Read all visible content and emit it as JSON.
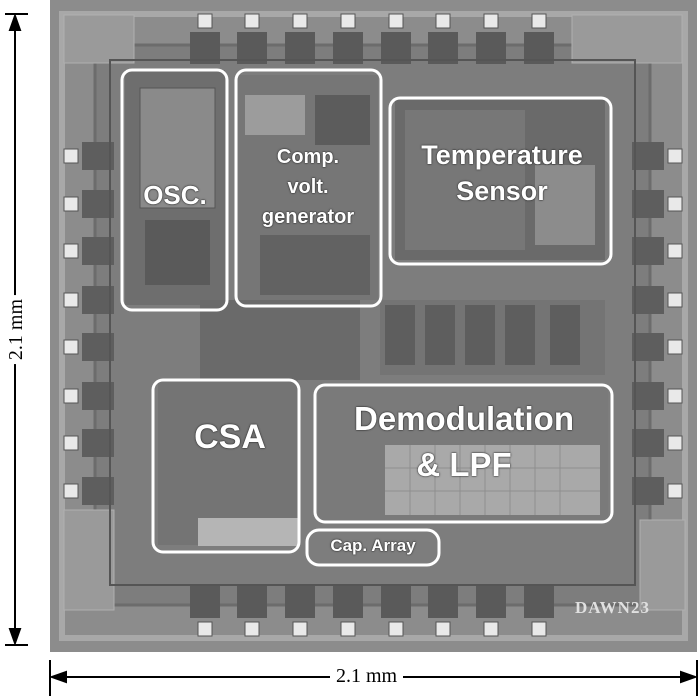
{
  "blocks": {
    "osc": "OSC.",
    "comp": "Comp.\nvolt.\ngenerator",
    "temp": "Temperature\nSensor",
    "csa": "CSA",
    "demod": "Demodulation\n& LPF",
    "cap": "Cap. Array"
  },
  "chip_id": "DAWN23",
  "dimensions": {
    "vertical": "2.1 mm",
    "horizontal": "2.1 mm"
  },
  "colors": {
    "die": "#8a8a8a",
    "outline": "#ffffff",
    "dimension_line": "#000000"
  }
}
